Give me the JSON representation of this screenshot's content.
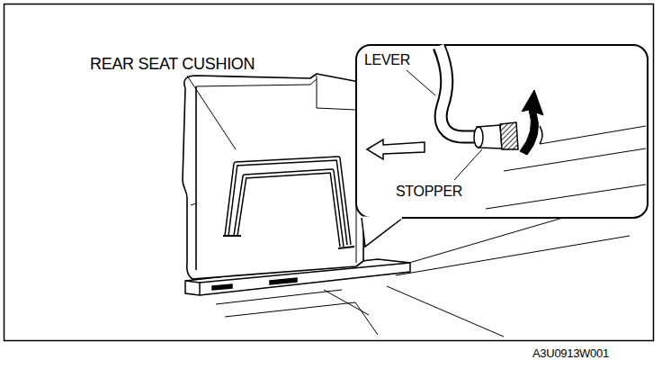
{
  "diagram": {
    "labels": [
      "REAR SEAT CUSHION",
      "LEVER",
      "STOPPER",
      "A3U0913W001"
    ]
  }
}
